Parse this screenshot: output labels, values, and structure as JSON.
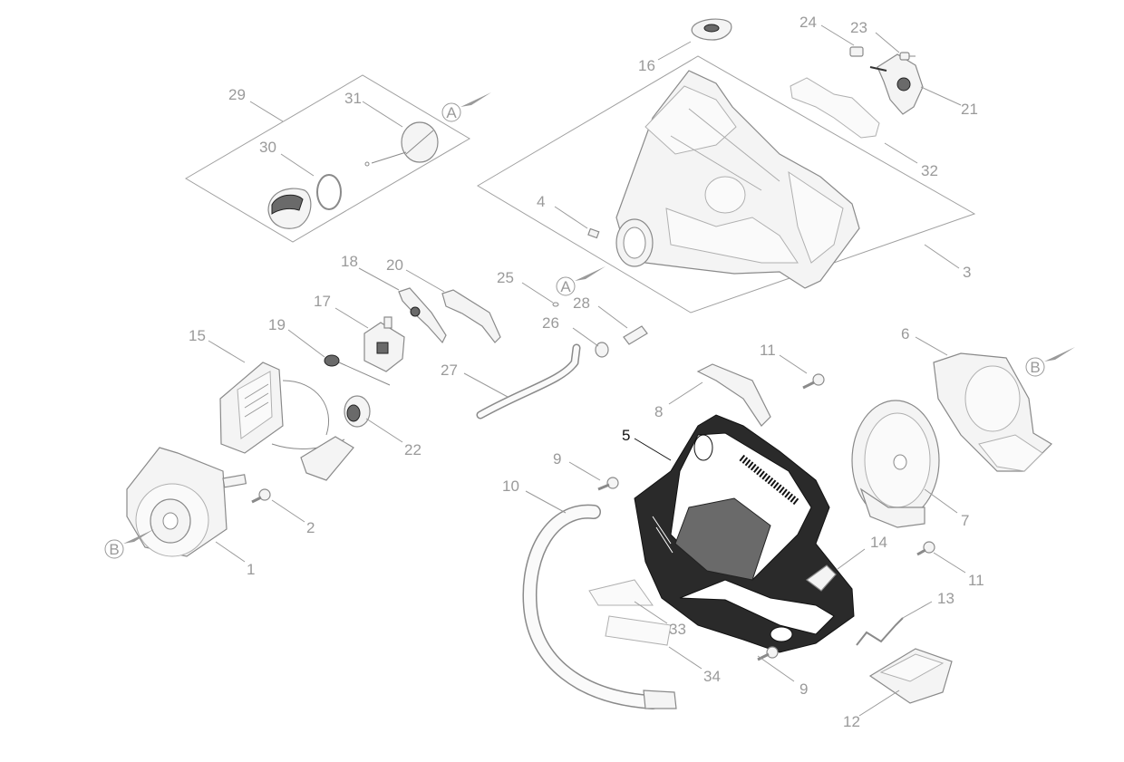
{
  "colors": {
    "label": "#9a9a9a",
    "active_label": "#111111",
    "part_outline": "#8a8a8a",
    "highlight_part": "#2a2a2a"
  },
  "active_part": "5",
  "callouts": {
    "c1": "1",
    "c2": "2",
    "c3": "3",
    "c4": "4",
    "c5": "5",
    "c6": "6",
    "c7": "7",
    "c8": "8",
    "c9a": "9",
    "c9b": "9",
    "c10": "10",
    "c11a": "11",
    "c11b": "11",
    "c12": "12",
    "c13": "13",
    "c14": "14",
    "c15": "15",
    "c16": "16",
    "c17": "17",
    "c18": "18",
    "c19": "19",
    "c20": "20",
    "c21": "21",
    "c22": "22",
    "c23": "23",
    "c24": "24",
    "c25": "25",
    "c26": "26",
    "c27": "27",
    "c28": "28",
    "c29": "29",
    "c30": "30",
    "c31": "31",
    "c32": "32",
    "c33": "33",
    "c34": "34"
  },
  "markers": {
    "a1": "A",
    "a2": "A",
    "b1": "B",
    "b2": "B"
  }
}
